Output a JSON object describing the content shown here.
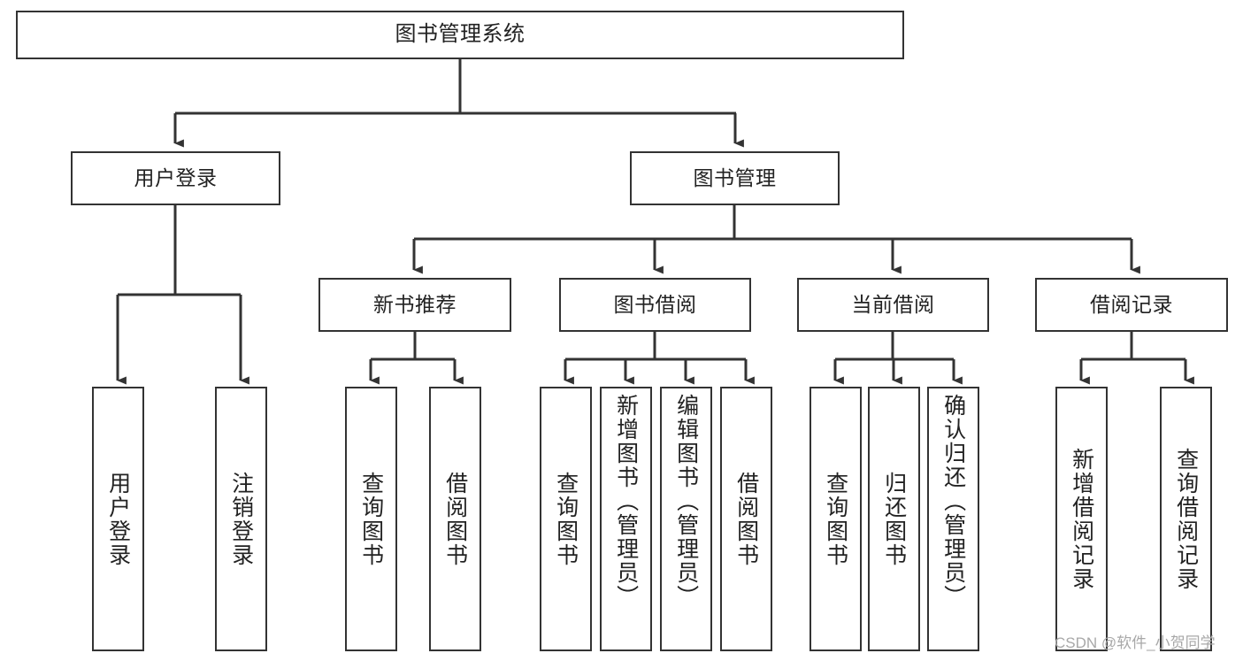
{
  "diagram": {
    "type": "tree",
    "title": "图书管理系统",
    "root": {
      "id": "root",
      "label": "图书管理系统"
    },
    "level2": [
      {
        "id": "user-login",
        "label": "用户登录"
      },
      {
        "id": "book-manage",
        "label": "图书管理"
      }
    ],
    "level3": [
      {
        "id": "new-book-recommend",
        "label": "新书推荐",
        "parent": "book-manage"
      },
      {
        "id": "book-borrow",
        "label": "图书借阅",
        "parent": "book-manage"
      },
      {
        "id": "current-borrow",
        "label": "当前借阅",
        "parent": "book-manage"
      },
      {
        "id": "borrow-record",
        "label": "借阅记录",
        "parent": "book-manage"
      }
    ],
    "leaves": [
      {
        "id": "leaf-user-login",
        "label": "用户登录",
        "parent": "user-login"
      },
      {
        "id": "leaf-user-logout",
        "label": "注销登录",
        "parent": "user-login"
      },
      {
        "id": "leaf-query-book-1",
        "label": "查询图书",
        "parent": "new-book-recommend"
      },
      {
        "id": "leaf-borrow-book-1",
        "label": "借阅图书",
        "parent": "new-book-recommend"
      },
      {
        "id": "leaf-query-book-2",
        "label": "查询图书",
        "parent": "book-borrow"
      },
      {
        "id": "leaf-add-book",
        "label": "新增图书（管理员）",
        "parent": "book-borrow"
      },
      {
        "id": "leaf-edit-book",
        "label": "编辑图书（管理员）",
        "parent": "book-borrow"
      },
      {
        "id": "leaf-borrow-book-2",
        "label": "借阅图书",
        "parent": "book-borrow"
      },
      {
        "id": "leaf-query-book-3",
        "label": "查询图书",
        "parent": "current-borrow"
      },
      {
        "id": "leaf-return-book",
        "label": "归还图书",
        "parent": "current-borrow"
      },
      {
        "id": "leaf-confirm-return",
        "label": "确认归还（管理员）",
        "parent": "current-borrow"
      },
      {
        "id": "leaf-add-record",
        "label": "新增借阅记录",
        "parent": "borrow-record"
      },
      {
        "id": "leaf-query-record",
        "label": "查询借阅记录",
        "parent": "borrow-record"
      }
    ],
    "watermark": "CSDN @软件_小贺同学",
    "colors": {
      "stroke": "#333333",
      "background": "#ffffff",
      "text": "#222222",
      "watermark": "#a8a8a8"
    }
  }
}
